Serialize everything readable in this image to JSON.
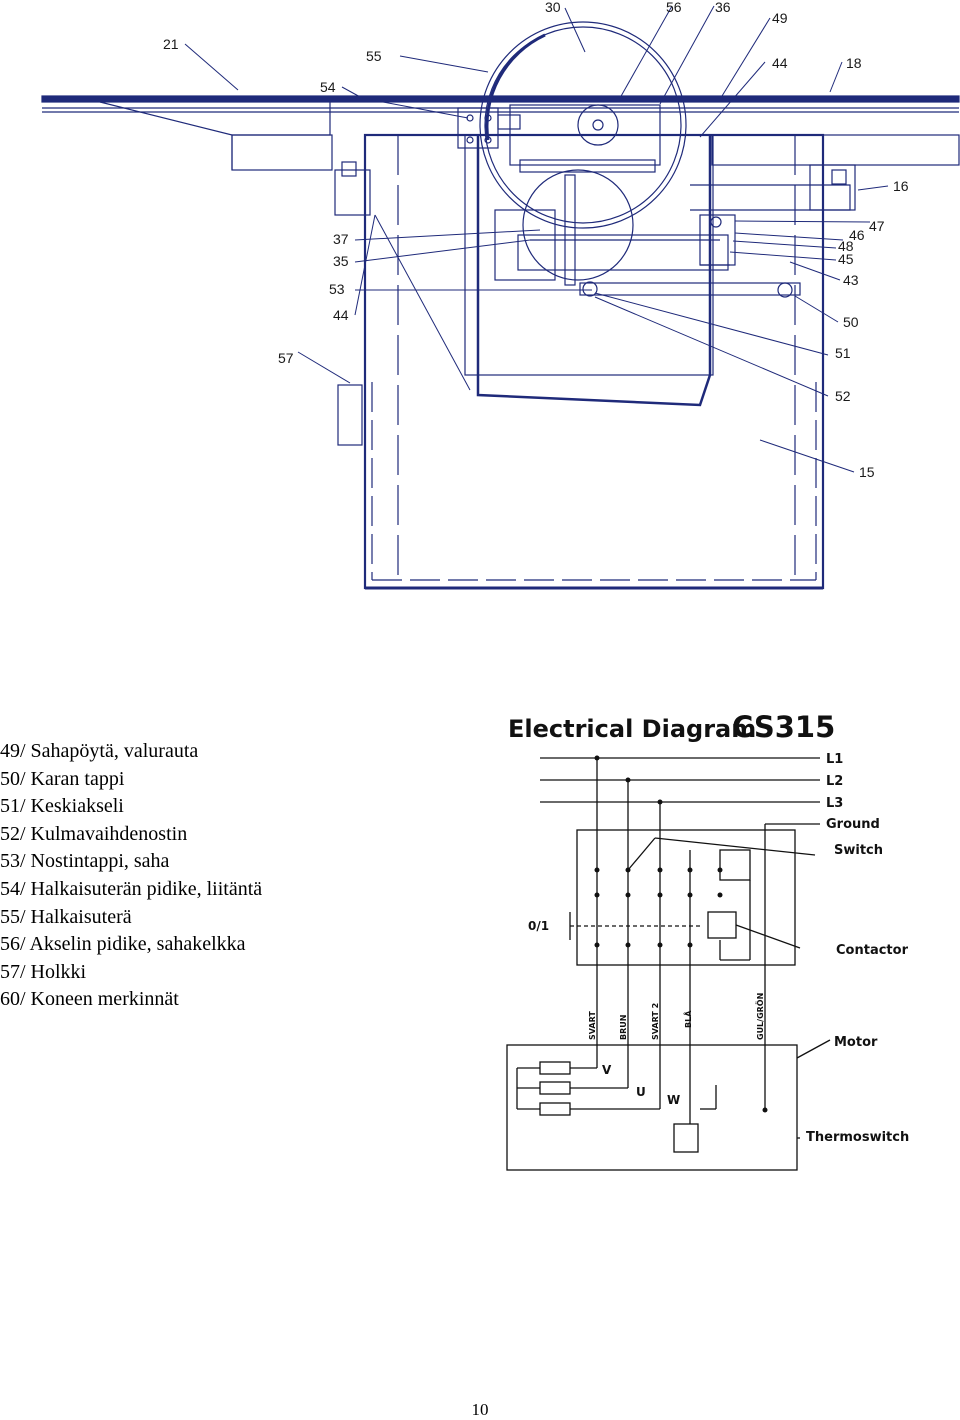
{
  "callouts": {
    "c21": "21",
    "c55": "55",
    "c54": "54",
    "c30": "30",
    "c56": "56",
    "c36": "36",
    "c49": "49",
    "c44a": "44",
    "c18": "18",
    "c16": "16",
    "c47": "47",
    "c46": "46",
    "c48": "48",
    "c45": "45",
    "c43": "43",
    "c37": "37",
    "c35": "35",
    "c53": "53",
    "c44b": "44",
    "c50": "50",
    "c57": "57",
    "c51": "51",
    "c52": "52",
    "c15": "15"
  },
  "legend": [
    "49/ Sahapöytä, valurauta",
    "50/ Karan tappi",
    "51/ Keskiakseli",
    "52/ Kulmavaihdenostin",
    "53/ Nostintappi, saha",
    "54/ Halkaisuterän pidike, liitäntä",
    "55/ Halkaisuterä",
    "56/ Akselin pidike, sahakelkka",
    "57/ Holkki",
    "60/ Koneen merkinnät"
  ],
  "electrical": {
    "title": "Electrical Diagram",
    "model": "CS315",
    "lines": [
      "L1",
      "L2",
      "L3",
      "Ground"
    ],
    "switch": "Switch",
    "contactor": "Contactor",
    "motor": "Motor",
    "thermoswitch": "Thermoswitch",
    "onoff": "0/1",
    "wires": [
      "SVART",
      "BRUN",
      "SVART 2",
      "BLÅ",
      "GUL/GRÖN"
    ],
    "terminals": [
      "V",
      "U",
      "W"
    ]
  },
  "page_number": "10",
  "colors": {
    "drawing": "#1f2a7a",
    "text": "#000000"
  }
}
